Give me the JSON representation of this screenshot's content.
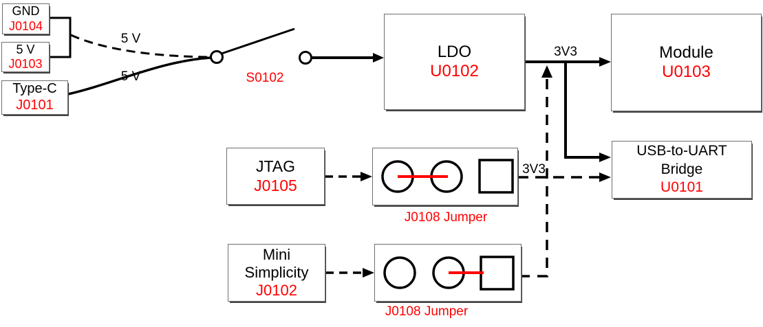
{
  "blocks": {
    "gnd": {
      "name": "GND",
      "ref": "J0104"
    },
    "v5": {
      "name": "5 V",
      "ref": "J0103"
    },
    "typec": {
      "name": "Type-C",
      "ref": "J0101"
    },
    "ldo": {
      "name": "LDO",
      "ref": "U0102"
    },
    "module": {
      "name": "Module",
      "ref": "U0103"
    },
    "jtag": {
      "name": "JTAG",
      "ref": "J0105"
    },
    "usb_uart": {
      "name_line1": "USB-to-UART",
      "name_line2": "Bridge",
      "ref": "U0101"
    },
    "mini_simplicity": {
      "name_line1": "Mini",
      "name_line2": "Simplicity",
      "ref": "J0102"
    }
  },
  "switch": {
    "ref": "S0102"
  },
  "jumpers": {
    "jumper1_caption": "J0108 Jumper",
    "jumper2_caption": "J0108 Jumper"
  },
  "wire_labels": {
    "v5_top": "5 V",
    "v5_bottom": "5 V",
    "rail3v3_top": "3V3",
    "rail3v3_jumper": "3V3"
  },
  "colors": {
    "red_accent": "#ff0000",
    "wire_black": "#000000",
    "box_border": "#6e6e6e",
    "box_shadow": "#424242",
    "box_fill": "#ffffff",
    "canvas_bg": "#ffffff"
  }
}
